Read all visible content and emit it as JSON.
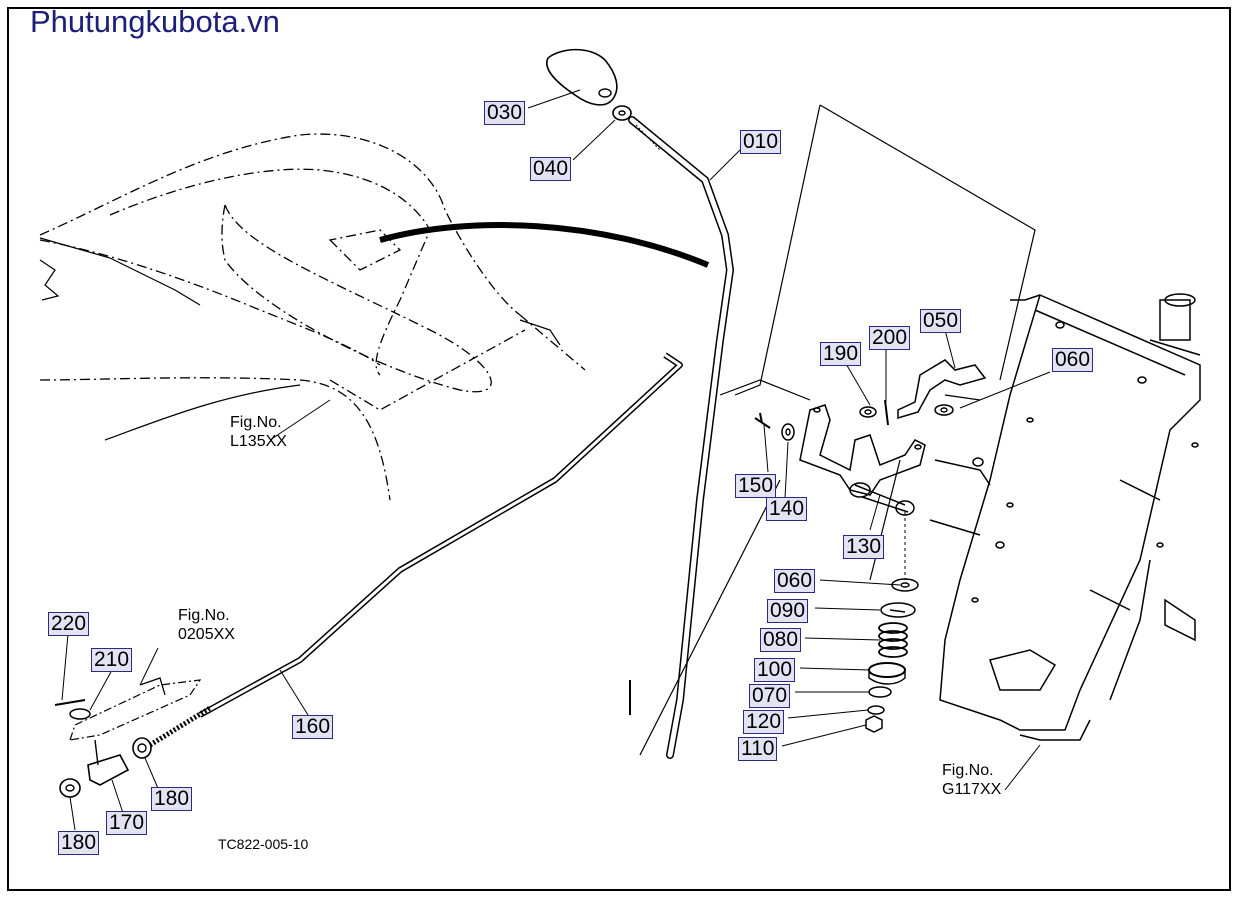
{
  "site_title": "Phutungkubota.vn",
  "drawing_code": "TC822-005-10",
  "fig_refs": {
    "hood": {
      "line1": "Fig.No.",
      "line2": "L135XX"
    },
    "bracket": {
      "line1": "Fig.No.",
      "line2": "0205XX"
    },
    "frame": {
      "line1": "Fig.No.",
      "line2": "G117XX"
    }
  },
  "callouts": {
    "p010": "010",
    "p030": "030",
    "p040": "040",
    "p050": "050",
    "p060_top": "060",
    "p190": "190",
    "p200": "200",
    "p150": "150",
    "p140": "140",
    "p130": "130",
    "p060_bottom": "060",
    "p090": "090",
    "p080": "080",
    "p100": "100",
    "p070": "070",
    "p120": "120",
    "p110": "110",
    "p220": "220",
    "p210": "210",
    "p160": "160",
    "p180_right": "180",
    "p170": "170",
    "p180_left": "180"
  },
  "colors": {
    "title": "#1d1d7a",
    "label_fill": "#e3e3f3",
    "label_border": "#2a2a80",
    "line": "#000000"
  }
}
